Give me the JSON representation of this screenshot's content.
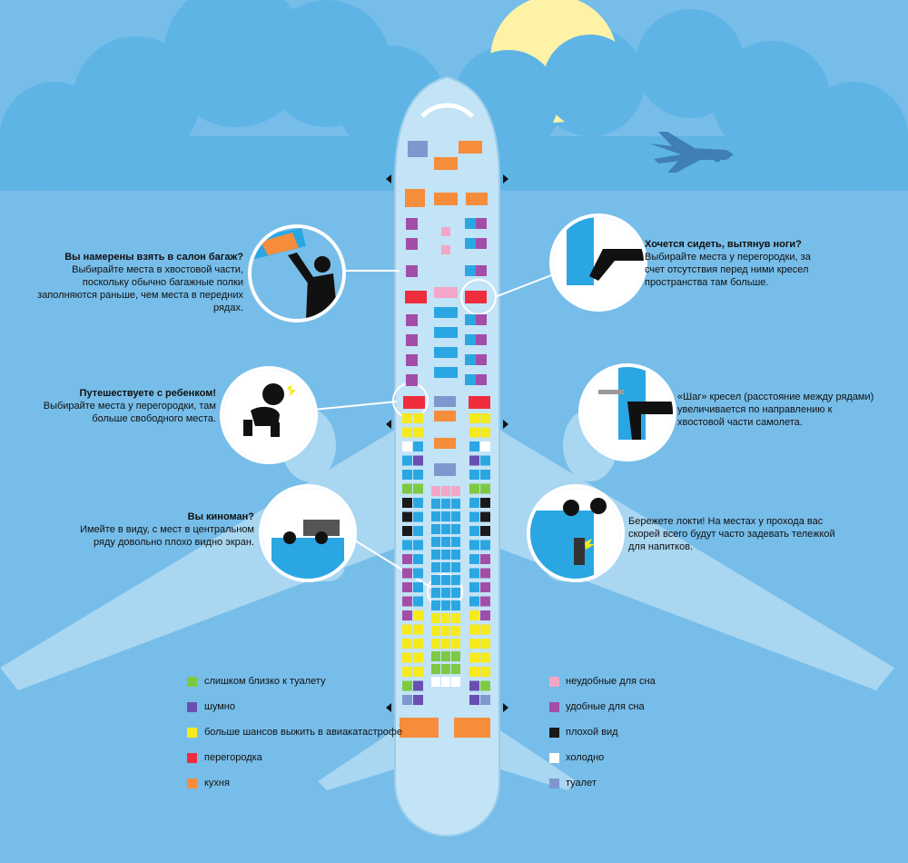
{
  "colors": {
    "sky": "#77bde9",
    "cloud": "#5fb4e6",
    "sun": "#fdf2a6",
    "fuselage": "#c3e3f6",
    "seat_blue": "#2aa7e3",
    "toilet_near": "#7dc942",
    "noisy": "#6a4fb2",
    "survive": "#f6ea1c",
    "bulkhead": "#ee2c3c",
    "galley": "#f58d3b",
    "uncomfortable_sleep": "#f4a6c8",
    "comfortable_sleep": "#a24ea8",
    "bad_view": "#1a1a1a",
    "cold": "#ffffff",
    "toilet": "#7e98cf"
  },
  "icons": [
    "plane-silhouette-icon",
    "sun-icon",
    "cloud-icon",
    "baby-icon",
    "luggage-icon",
    "legs-icon",
    "elbow-icon",
    "screen-icon"
  ],
  "tips": {
    "luggage": {
      "title": "Вы намерены взять в салон багаж?",
      "text": "Выбирайте места в хвостовой части, поскольку обычно багажные полки заполняются раньше, чем места в передних рядах."
    },
    "child": {
      "title": "Путешествуете с ребенком!",
      "text": "Выбирайте места у перегородки, там больше свободного места."
    },
    "movie": {
      "title": "Вы киноман?",
      "text": "Имейте в виду, с мест в центральном ряду довольно плохо видно экран."
    },
    "legs": {
      "title": "Хочется сидеть, вытянув ноги?",
      "text": "Выбирайте места у перегородки, за счет отсутствия перед ними кресел пространства там больше."
    },
    "pitch": {
      "title": "",
      "text": "«Шаг» кресел (расстояние между рядами) увеличивается по направлению к хвостовой части самолета."
    },
    "elbows": {
      "title": "",
      "text": "Бережете локти! На местах у прохода вас скорей всего будут часто задевать тележкой для напитков."
    }
  },
  "legend_left": [
    {
      "label": "слишком близко к туалету",
      "color": "#7dc942"
    },
    {
      "label": "шумно",
      "color": "#6a4fb2"
    },
    {
      "label": "больше шансов выжить в авиакатастрофе",
      "color": "#f6ea1c"
    },
    {
      "label": "перегородка",
      "color": "#ee2c3c"
    },
    {
      "label": "кухня",
      "color": "#f58d3b"
    }
  ],
  "legend_right": [
    {
      "label": "неудобные для сна",
      "color": "#f4a6c8"
    },
    {
      "label": "удобные для сна",
      "color": "#a24ea8"
    },
    {
      "label": "плохой вид",
      "color": "#1a1a1a"
    },
    {
      "label": "холодно",
      "color": "#ffffff"
    },
    {
      "label": "туалет",
      "color": "#7e98cf"
    }
  ]
}
